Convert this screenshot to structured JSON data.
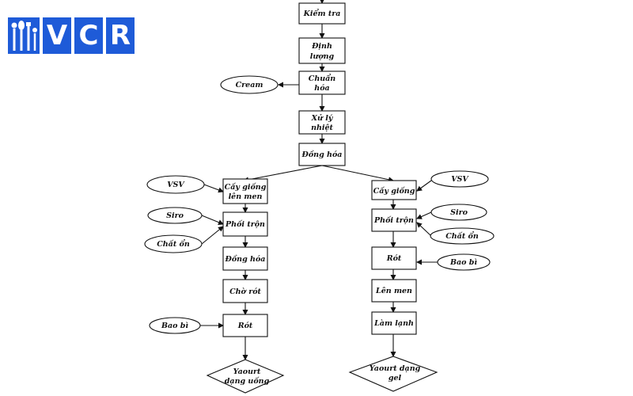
{
  "logo": {
    "letters": [
      "V",
      "C",
      "R"
    ],
    "color": "#1e5bd8"
  },
  "main": {
    "kiem_tra": "Kiểm tra",
    "dinh_luong": [
      "Định",
      "lượng"
    ],
    "chuan_hoa": [
      "Chuẩn",
      "hóa"
    ],
    "cream": "Cream",
    "xu_ly_nhiet": [
      "Xử lý",
      "nhiệt"
    ],
    "dong_hoa": "Đồng hóa"
  },
  "left": {
    "vsv": "VSV",
    "cay_giong": [
      "Cấy giống",
      "lên men"
    ],
    "siro": "Siro",
    "chat_on": "Chất ổn",
    "phoi_tron": "Phối trộn",
    "dong_hoa": "Đồng hóa",
    "cho_rot": "Chờ rót",
    "bao_bi": "Bao bì",
    "rot": "Rót",
    "product": [
      "Yaourt",
      "dạng uống"
    ]
  },
  "right": {
    "vsv": "VSV",
    "cay_giong": "Cấy giống",
    "siro": "Siro",
    "chat_on": "Chất ổn",
    "phoi_tron": "Phối trộn",
    "rot": "Rót",
    "bao_bi": "Bao bì",
    "len_men": "Lên men",
    "lam_lanh": "Làm lạnh",
    "product": [
      "Yaourt dạng",
      "gel"
    ]
  }
}
